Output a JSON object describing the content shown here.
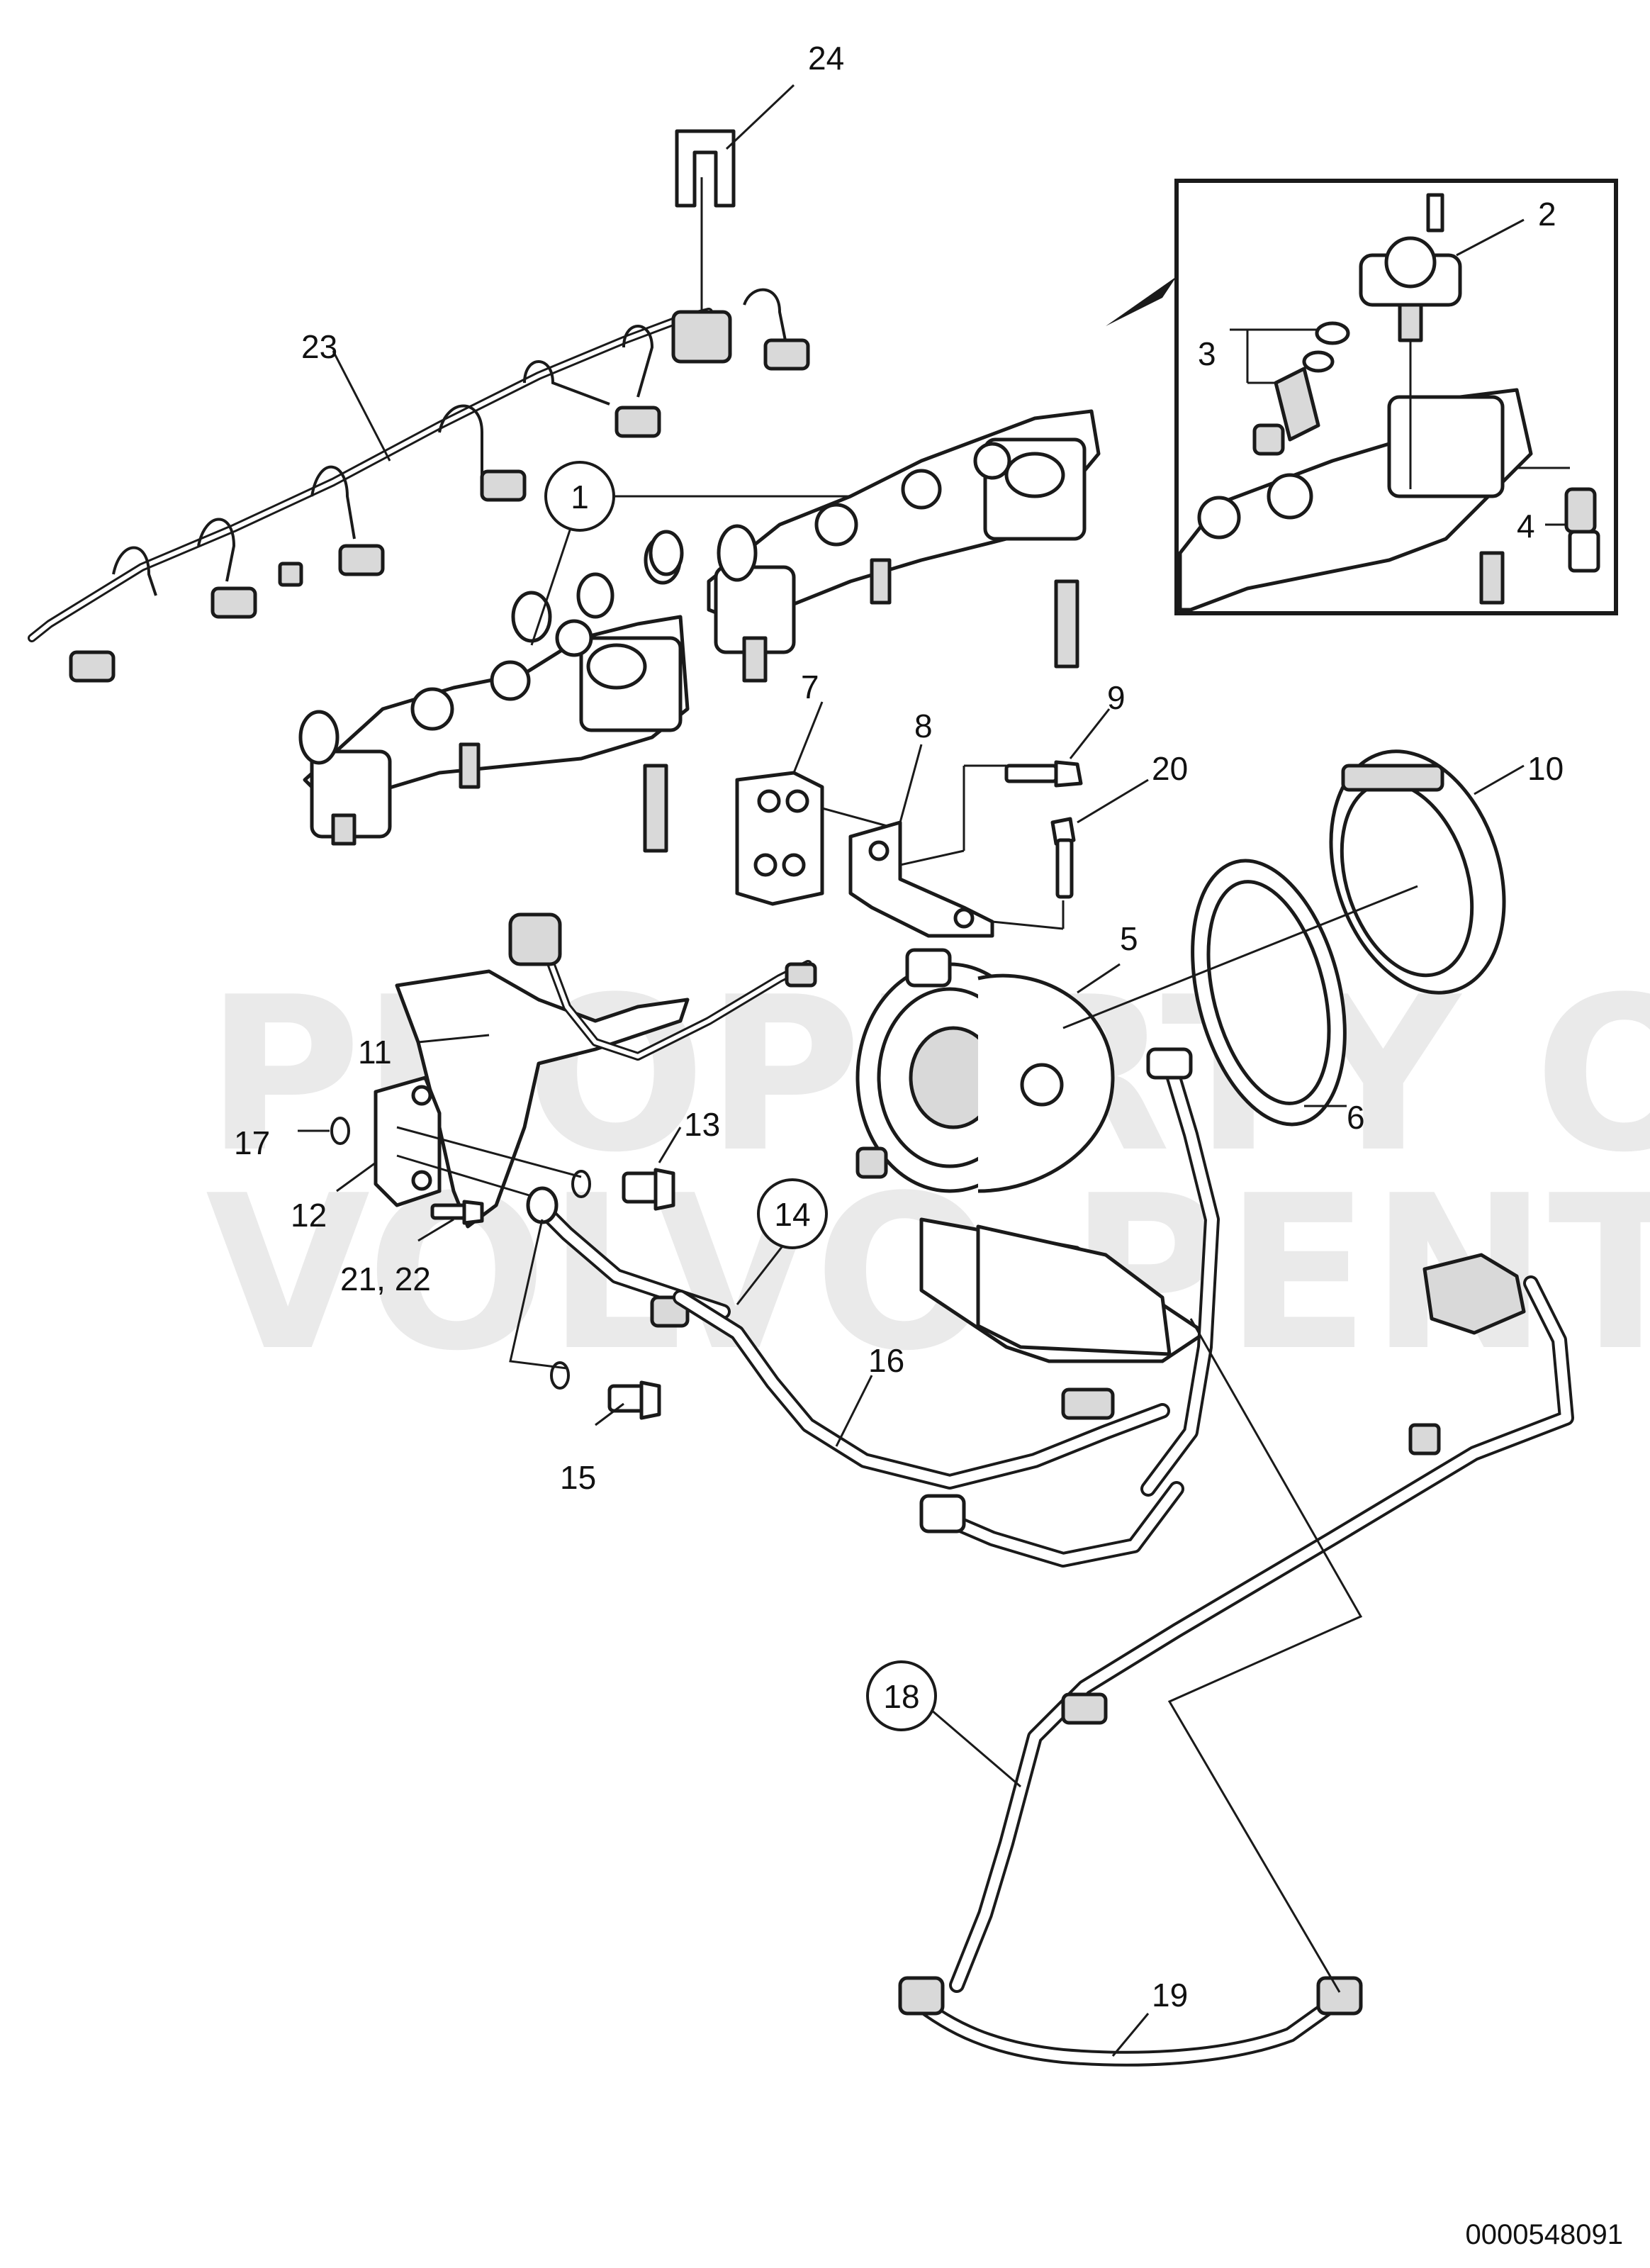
{
  "watermark": {
    "line1": "PROPERTY OF",
    "line2": "VOLVO PENTA"
  },
  "document_id": "0000548091",
  "callouts": {
    "c1": "1",
    "c2": "2",
    "c3": "3",
    "c4": "4",
    "c5": "5",
    "c6": "6",
    "c7": "7",
    "c8": "8",
    "c9": "9",
    "c10": "10",
    "c11": "11",
    "c12": "12",
    "c13": "13",
    "c14": "14",
    "c15": "15",
    "c16": "16",
    "c17": "17",
    "c18": "18",
    "c19": "19",
    "c20": "20",
    "c21_22": "21, 22",
    "c23": "23",
    "c24": "24"
  }
}
